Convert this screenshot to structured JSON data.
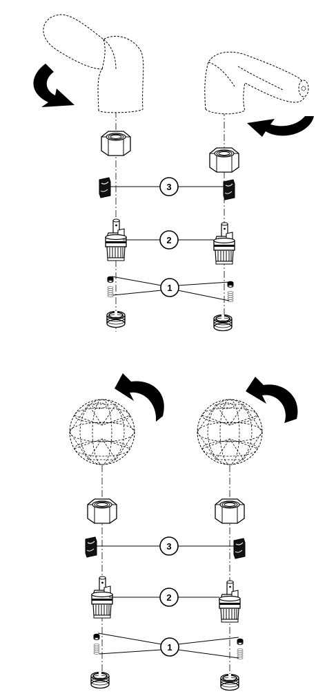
{
  "callouts": {
    "part_1": "1",
    "part_2": "2",
    "part_3": "3"
  },
  "colors": {
    "ink": "#000000",
    "background": "#ffffff"
  }
}
